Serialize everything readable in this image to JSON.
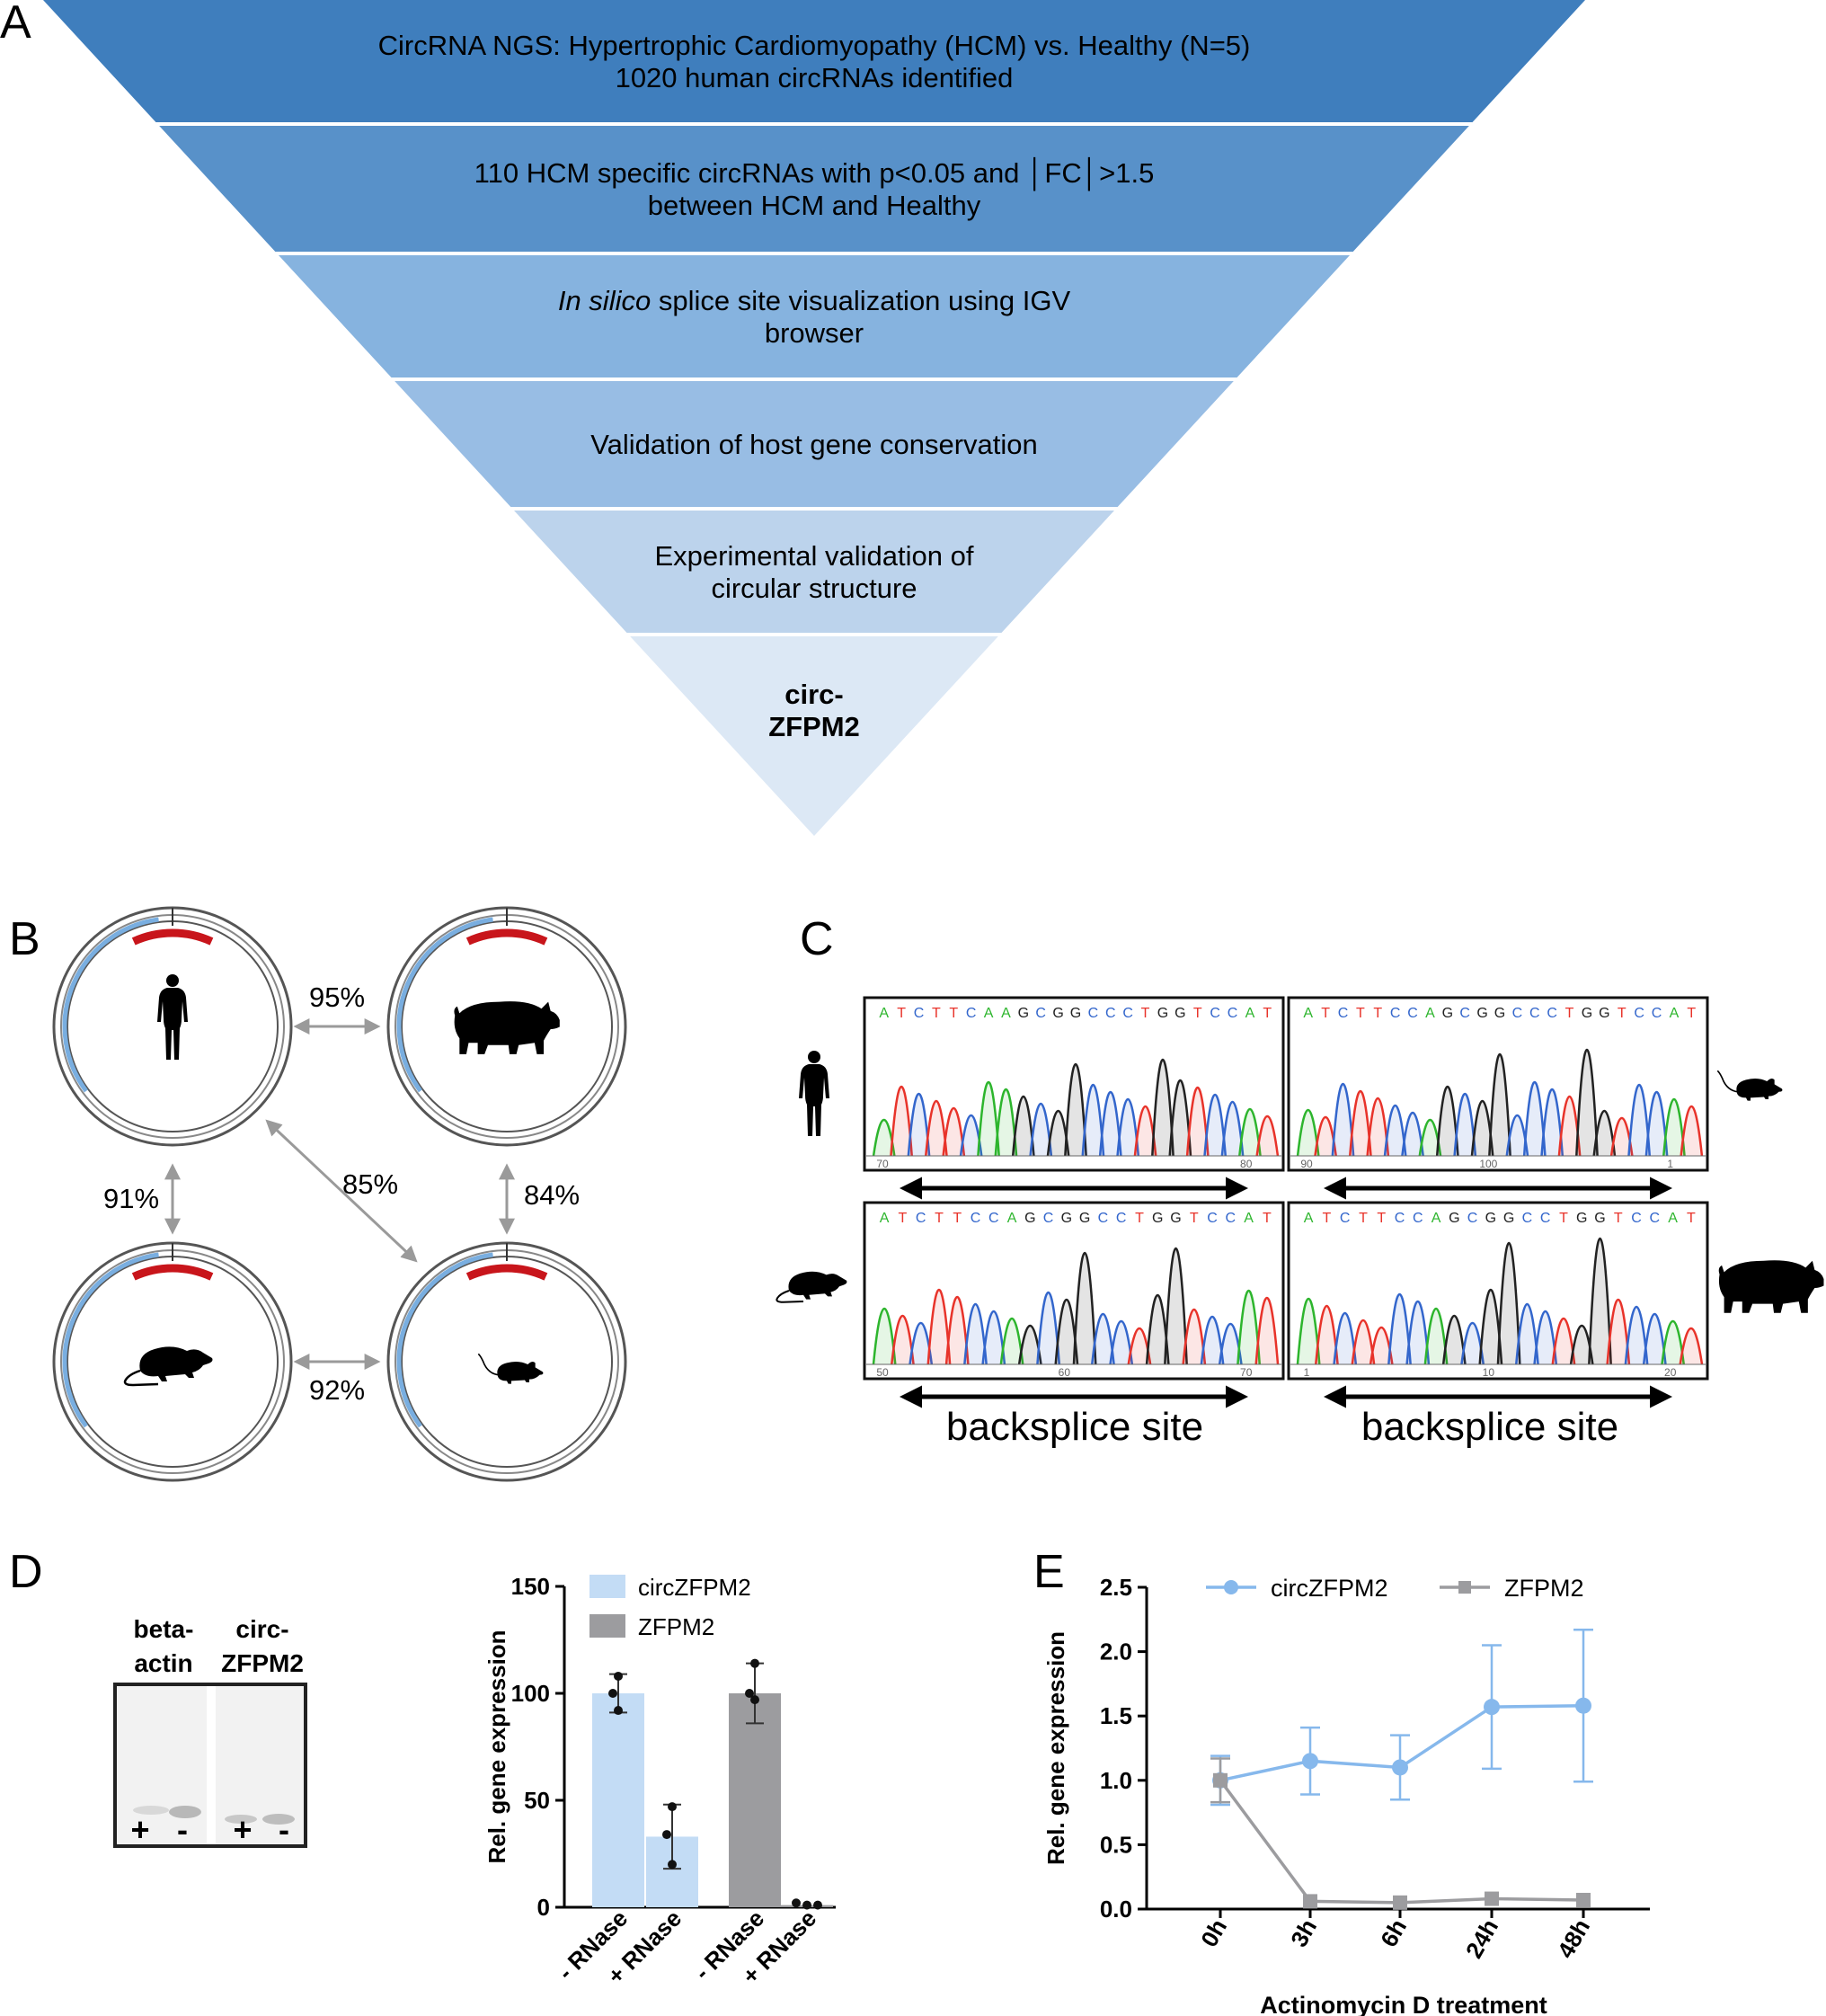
{
  "panels": {
    "a": "A",
    "b": "B",
    "c": "C",
    "d": "D",
    "e": "E"
  },
  "funnel": {
    "levels": [
      {
        "lines": [
          "CircRNA NGS: Hypertrophic Cardiomyopathy (HCM) vs. Healthy (N=5)",
          "1020 human circRNAs identified"
        ],
        "color": "#3F7EBD"
      },
      {
        "lines": [
          "110 HCM specific circRNAs with p<0.05 and │FC│>1.5",
          "between HCM and Healthy"
        ],
        "color": "#5891C9"
      },
      {
        "lines_italic_prefix": "In silico",
        "lines": [
          " splice site visualization using IGV",
          "browser"
        ],
        "color": "#86B3DF"
      },
      {
        "lines": [
          "Validation of host gene conservation"
        ],
        "color": "#98BDE4"
      },
      {
        "lines": [
          "Experimental validation of",
          "circular structure"
        ],
        "color": "#BCD3EC"
      },
      {
        "lines": [
          "circ-",
          "ZFPM2"
        ],
        "color": "#DCE8F5",
        "bold": true
      }
    ]
  },
  "conservation": {
    "pairs": [
      {
        "label": "95%"
      },
      {
        "label": "91%"
      },
      {
        "label": "85%"
      },
      {
        "label": "84%"
      },
      {
        "label": "92%"
      }
    ],
    "organisms": [
      "human",
      "pig",
      "rat",
      "mouse"
    ]
  },
  "sanger": {
    "sequences": [
      "ATCTTCAAGCGGCCCTGGTCCAT",
      "ATCTTCCAGCGGCCCTGGTCCAT",
      "ATCTTCCAGCGGCCTGGTCCAT",
      "ATCTTCCAGCGGCCTGGTCCAT"
    ],
    "ticks": [
      [
        "70",
        "80"
      ],
      [
        "90",
        "100",
        "1"
      ],
      [
        "50",
        "60",
        "70"
      ],
      [
        "1",
        "10",
        "20"
      ]
    ],
    "backsplice_label": "backsplice site",
    "base_colors": {
      "A": "#2db52d",
      "T": "#e8332a",
      "C": "#3366cc",
      "G": "#222222"
    }
  },
  "gel": {
    "lane_labels": [
      [
        "beta-",
        "actin"
      ],
      [
        "circ-",
        "ZFPM2"
      ]
    ],
    "signs": [
      "+",
      "-",
      "+",
      "-"
    ]
  },
  "chart_data": [
    {
      "type": "bar",
      "categories": [
        "- RNase",
        "+ RNase",
        "- RNase",
        "+ RNase"
      ],
      "series": [
        {
          "name": "circZFPM2",
          "color": "#C3DCF5",
          "indices": [
            0,
            1
          ]
        },
        {
          "name": "ZFPM2",
          "color": "#9C9C9F",
          "indices": [
            2,
            3
          ]
        }
      ],
      "values": [
        100,
        33,
        100,
        1
      ],
      "errors": [
        9,
        15,
        14,
        0
      ],
      "points": [
        [
          108,
          100,
          92
        ],
        [
          47,
          34,
          20
        ],
        [
          114,
          100,
          97
        ],
        [
          2,
          1,
          1
        ]
      ],
      "ylabel": "Rel. gene expression",
      "ylim": [
        0,
        150
      ],
      "yticks": [
        "0",
        "50",
        "100",
        "150"
      ]
    },
    {
      "type": "line",
      "x": [
        "0h",
        "3h",
        "6h",
        "24h",
        "48h"
      ],
      "series": [
        {
          "name": "circZFPM2",
          "color": "#86B8EC",
          "marker": "circle",
          "values": [
            1.0,
            1.15,
            1.1,
            1.57,
            1.58
          ],
          "errors": [
            0.19,
            0.26,
            0.25,
            0.48,
            0.59
          ]
        },
        {
          "name": "ZFPM2",
          "color": "#9C9C9F",
          "marker": "square",
          "values": [
            1.0,
            0.06,
            0.05,
            0.08,
            0.07
          ],
          "errors": [
            0.17,
            0.0,
            0.0,
            0.0,
            0.0
          ]
        }
      ],
      "ylabel": "Rel. gene expression",
      "xlabel": "Actinomycin D treatment",
      "ylim": [
        0,
        2.5
      ],
      "yticks": [
        "0.0",
        "0.5",
        "1.0",
        "1.5",
        "2.0",
        "2.5"
      ]
    }
  ]
}
